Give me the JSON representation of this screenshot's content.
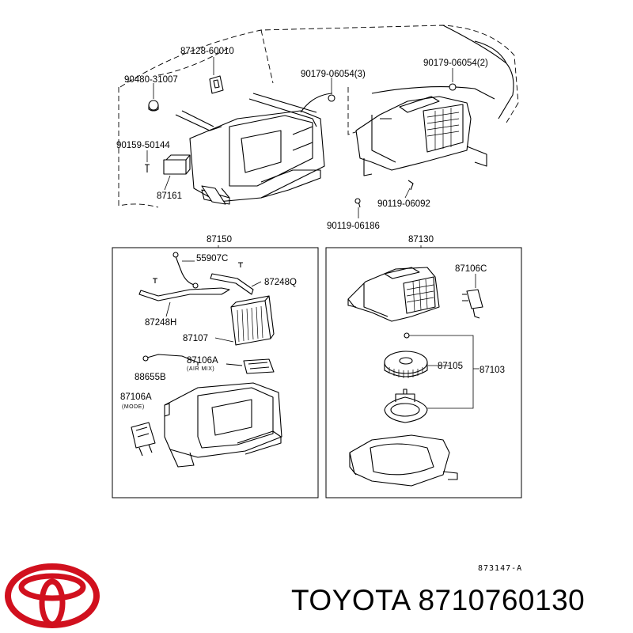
{
  "labels": {
    "p87128": "87128-60010",
    "p90480": "90480-31007",
    "p90179_3": "90179-06054(3)",
    "p90179_2": "90179-06054(2)",
    "p90159": "90159-50144",
    "p87161": "87161",
    "p90119_a": "90119-06092",
    "p90119_b": "90119-06186",
    "p87150": "87150",
    "p87130": "87130",
    "p55907": "55907C",
    "p87248Q": "87248Q",
    "p87248H": "87248H",
    "p87107": "87107",
    "p87106A_air": "87106A",
    "air_mix": "(AIR MIX)",
    "p88655": "88655B",
    "p87106A_mode": "87106A",
    "mode": "(MODE)",
    "p87106C": "87106C",
    "p87105": "87105",
    "p87103": "87103",
    "ref_code": "873147-A"
  },
  "footer": {
    "brand": "TOYOTA",
    "part_number": "8710760130"
  },
  "colors": {
    "logo": "#d1101e",
    "ink": "#000000"
  },
  "icons": {
    "logo": "toyota-logo-icon"
  }
}
